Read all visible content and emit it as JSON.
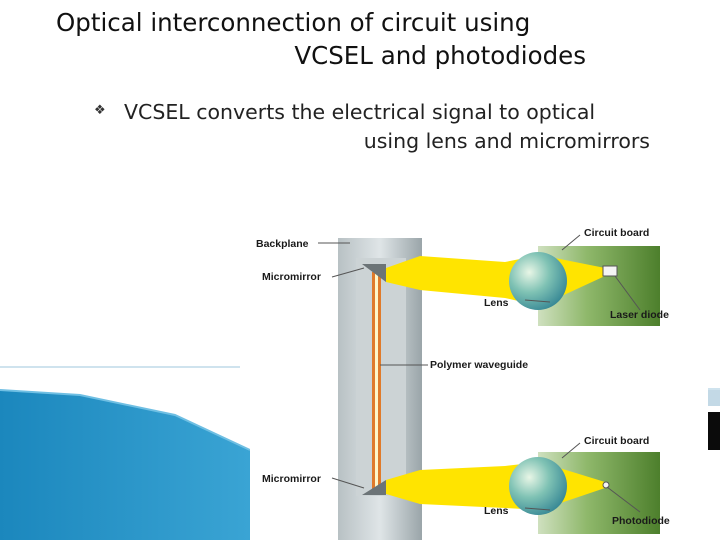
{
  "slide": {
    "title_line1": "Optical interconnection of circuit using",
    "title_line2": "VCSEL  and photodiodes",
    "bullet_line1": "VCSEL converts the electrical signal to optical",
    "bullet_line2": "using lens and micromirrors",
    "bullet_icon": "diamond-bullet-icon"
  },
  "diagram": {
    "labels": {
      "backplane": "Backplane",
      "micromirror_top": "Micromirror",
      "micromirror_bottom": "Micromirror",
      "circuit_board_top": "Circuit board",
      "circuit_board_bottom": "Circuit board",
      "lens_top": "Lens",
      "lens_bottom": "Lens",
      "laser_diode": "Laser diode",
      "photodiode": "Photodiode",
      "polymer_waveguide": "Polymer waveguide"
    }
  },
  "colors": {
    "beam": "#ffe400",
    "deco_blue": "#1f8fc3",
    "board_green": "#5f9135"
  }
}
